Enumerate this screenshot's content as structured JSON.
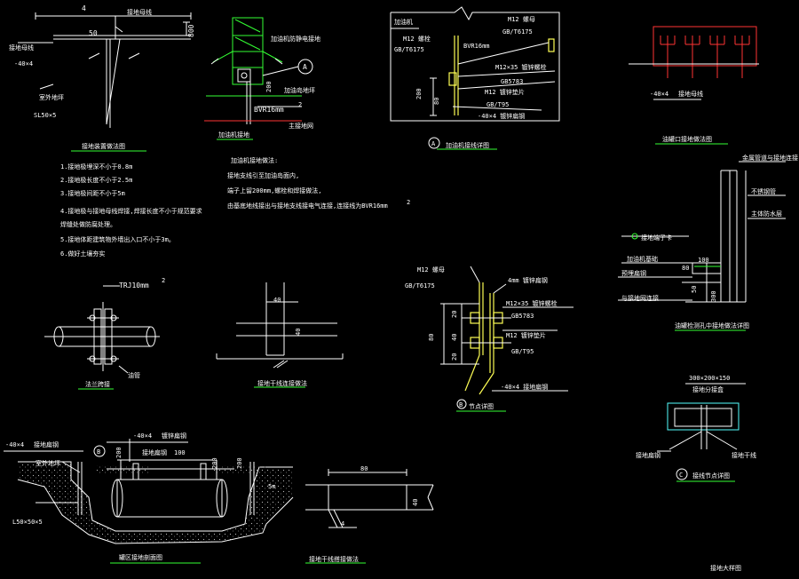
{
  "colors": {
    "background": "#000000",
    "line": "#ffffff",
    "accent_green": "#33ff33",
    "accent_yellow": "#ffff55",
    "accent_red": "#ff3333",
    "accent_cyan": "#55ffff"
  },
  "d1": {
    "dim_4": "4",
    "dim_50": "50",
    "dim_800": "800",
    "l1": "接地母线",
    "l2": "-40×4",
    "l3": "接地母线",
    "l4": "SL50×5",
    "l5": "室外地坪",
    "caption": "接地装置做法图",
    "notes": [
      "1.接地极埋深不小于0.8m",
      "2.接地极长度不小于2.5m",
      "3.接地极间距不小于5m",
      "4.接地极与接地母线焊接,焊接长度不小于规范要求",
      "   焊缝处做防腐处理。",
      "5.接地体距建筑物外墙出入口不小于3m。",
      "6.做好土壤夯实"
    ]
  },
  "d2": {
    "l1": "加油机防静电接地",
    "circle": "A",
    "l2": "加油岛地坪",
    "dim_200": "200",
    "l3": "BVR16mm",
    "sup": "2",
    "l4": "主接地网",
    "caption": "加油机接地",
    "notes": [
      "加油机接地做法:",
      "接地支线引至加油岛面内,",
      "端子上留200mm,螺栓和焊接做法,",
      "由基底地线接出与接地支线接电气连接,连接线为BVR16mm"
    ],
    "stray": "2"
  },
  "d3": {
    "l0": "加油机",
    "l1": "M12  螺栓",
    "l2": "GB/T6175",
    "l3": "M12  螺母",
    "l4": "GB/T6175",
    "l5": "BVR16mm",
    "l6": "M12×35  镀锌螺栓",
    "l7": "GB5783",
    "l8": "M12  镀锌垫片",
    "l9": "GB/T95",
    "l10": "-40×4 镀锌扁钢",
    "dim_200": "200",
    "dim_80": "80",
    "caption_num": "A",
    "caption": "加油机接线详图"
  },
  "d4": {
    "l1": "-40×4",
    "l2": "接地母线",
    "caption": "油罐口接地做法图"
  },
  "d5": {
    "l1": "金属管道与接地连接",
    "l2": "不锈钢管",
    "l3": "主体防水层",
    "l4": "接地端子卡",
    "l5": "加油机基础",
    "l6": "预埋扁钢",
    "l7": "与接地网连接",
    "dim_100": "100",
    "dim_80": "80",
    "dim_50": "50",
    "dim_300": "300",
    "caption": "油罐检测孔中接地做法详图"
  },
  "d6": {
    "l1": "TRJ10mm",
    "sup": "2",
    "l2": "油管",
    "caption": "法兰跨接"
  },
  "d7": {
    "dim_40": "40",
    "dim_a": "40",
    "caption": "接地干线连接做法"
  },
  "d8": {
    "l1": "M12  螺母",
    "l2": "GB/T6175",
    "l3": "4mm  镀锌扁钢",
    "l4": "M12×35  镀锌螺栓",
    "l5": "GB5783",
    "l6": "M12  镀锌垫片",
    "l7": "GB/T95",
    "l8": "-40×4  接地扁钢",
    "dim_80": "80",
    "dim_20a": "20",
    "dim_40": "40",
    "dim_20b": "20",
    "caption_num": "B",
    "caption": "节点详图"
  },
  "d9": {
    "l1": "300×200×150",
    "l2": "接地分接盒",
    "l3": "接地扁钢",
    "l4": "接地干线",
    "caption_num": "C",
    "caption": "接线节点详图",
    "bottom": "接地大样图"
  },
  "d10": {
    "l1": "-40×4",
    "l2": "接地扁钢",
    "l3": "室外地坪",
    "l4": "L50×50×5",
    "l5": "-40×4",
    "l6": "镀锌扁钢",
    "circle": "B",
    "dim_200a": "200",
    "l7": "接地扁钢",
    "dim_100": "100",
    "dim_200b": "200",
    "dim_200c": "200",
    "l8": "5m",
    "caption": "罐区接地剖面图"
  },
  "d11": {
    "dim_80": "80",
    "dim_40": "40",
    "dim_4": "4",
    "caption": "接地干线搭接做法"
  }
}
